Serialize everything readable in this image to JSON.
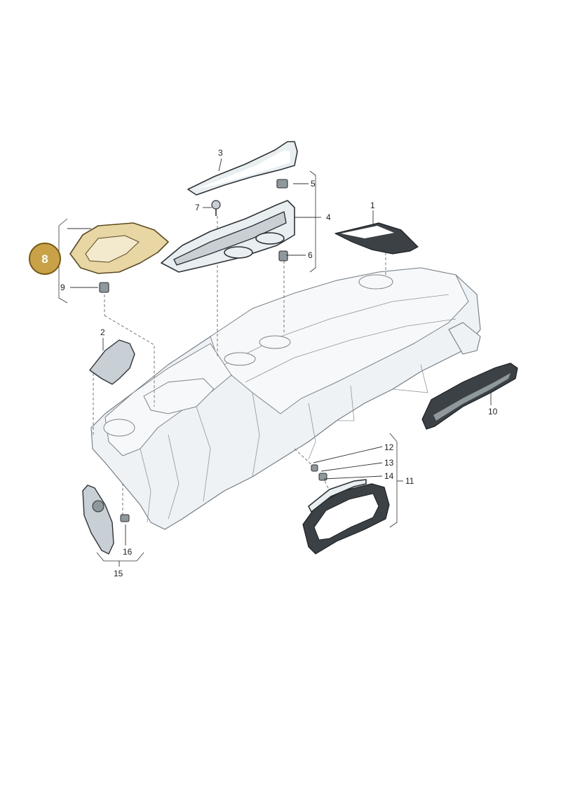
{
  "callouts": [
    {
      "id": "c1",
      "label": "1"
    },
    {
      "id": "c2",
      "label": "2"
    },
    {
      "id": "c3",
      "label": "3"
    },
    {
      "id": "c4",
      "label": "4"
    },
    {
      "id": "c5",
      "label": "5"
    },
    {
      "id": "c6",
      "label": "6"
    },
    {
      "id": "c7",
      "label": "7"
    },
    {
      "id": "c9",
      "label": "9"
    },
    {
      "id": "c10",
      "label": "10"
    },
    {
      "id": "c11",
      "label": "11"
    },
    {
      "id": "c12",
      "label": "12"
    },
    {
      "id": "c13",
      "label": "13"
    },
    {
      "id": "c14",
      "label": "14"
    },
    {
      "id": "c15",
      "label": "15"
    },
    {
      "id": "c16",
      "label": "16"
    }
  ],
  "highlight": {
    "label": "8",
    "fill_color": "#c9a247",
    "stroke_color": "#7a5a14",
    "part_fill_color": "#e8d6a4"
  }
}
